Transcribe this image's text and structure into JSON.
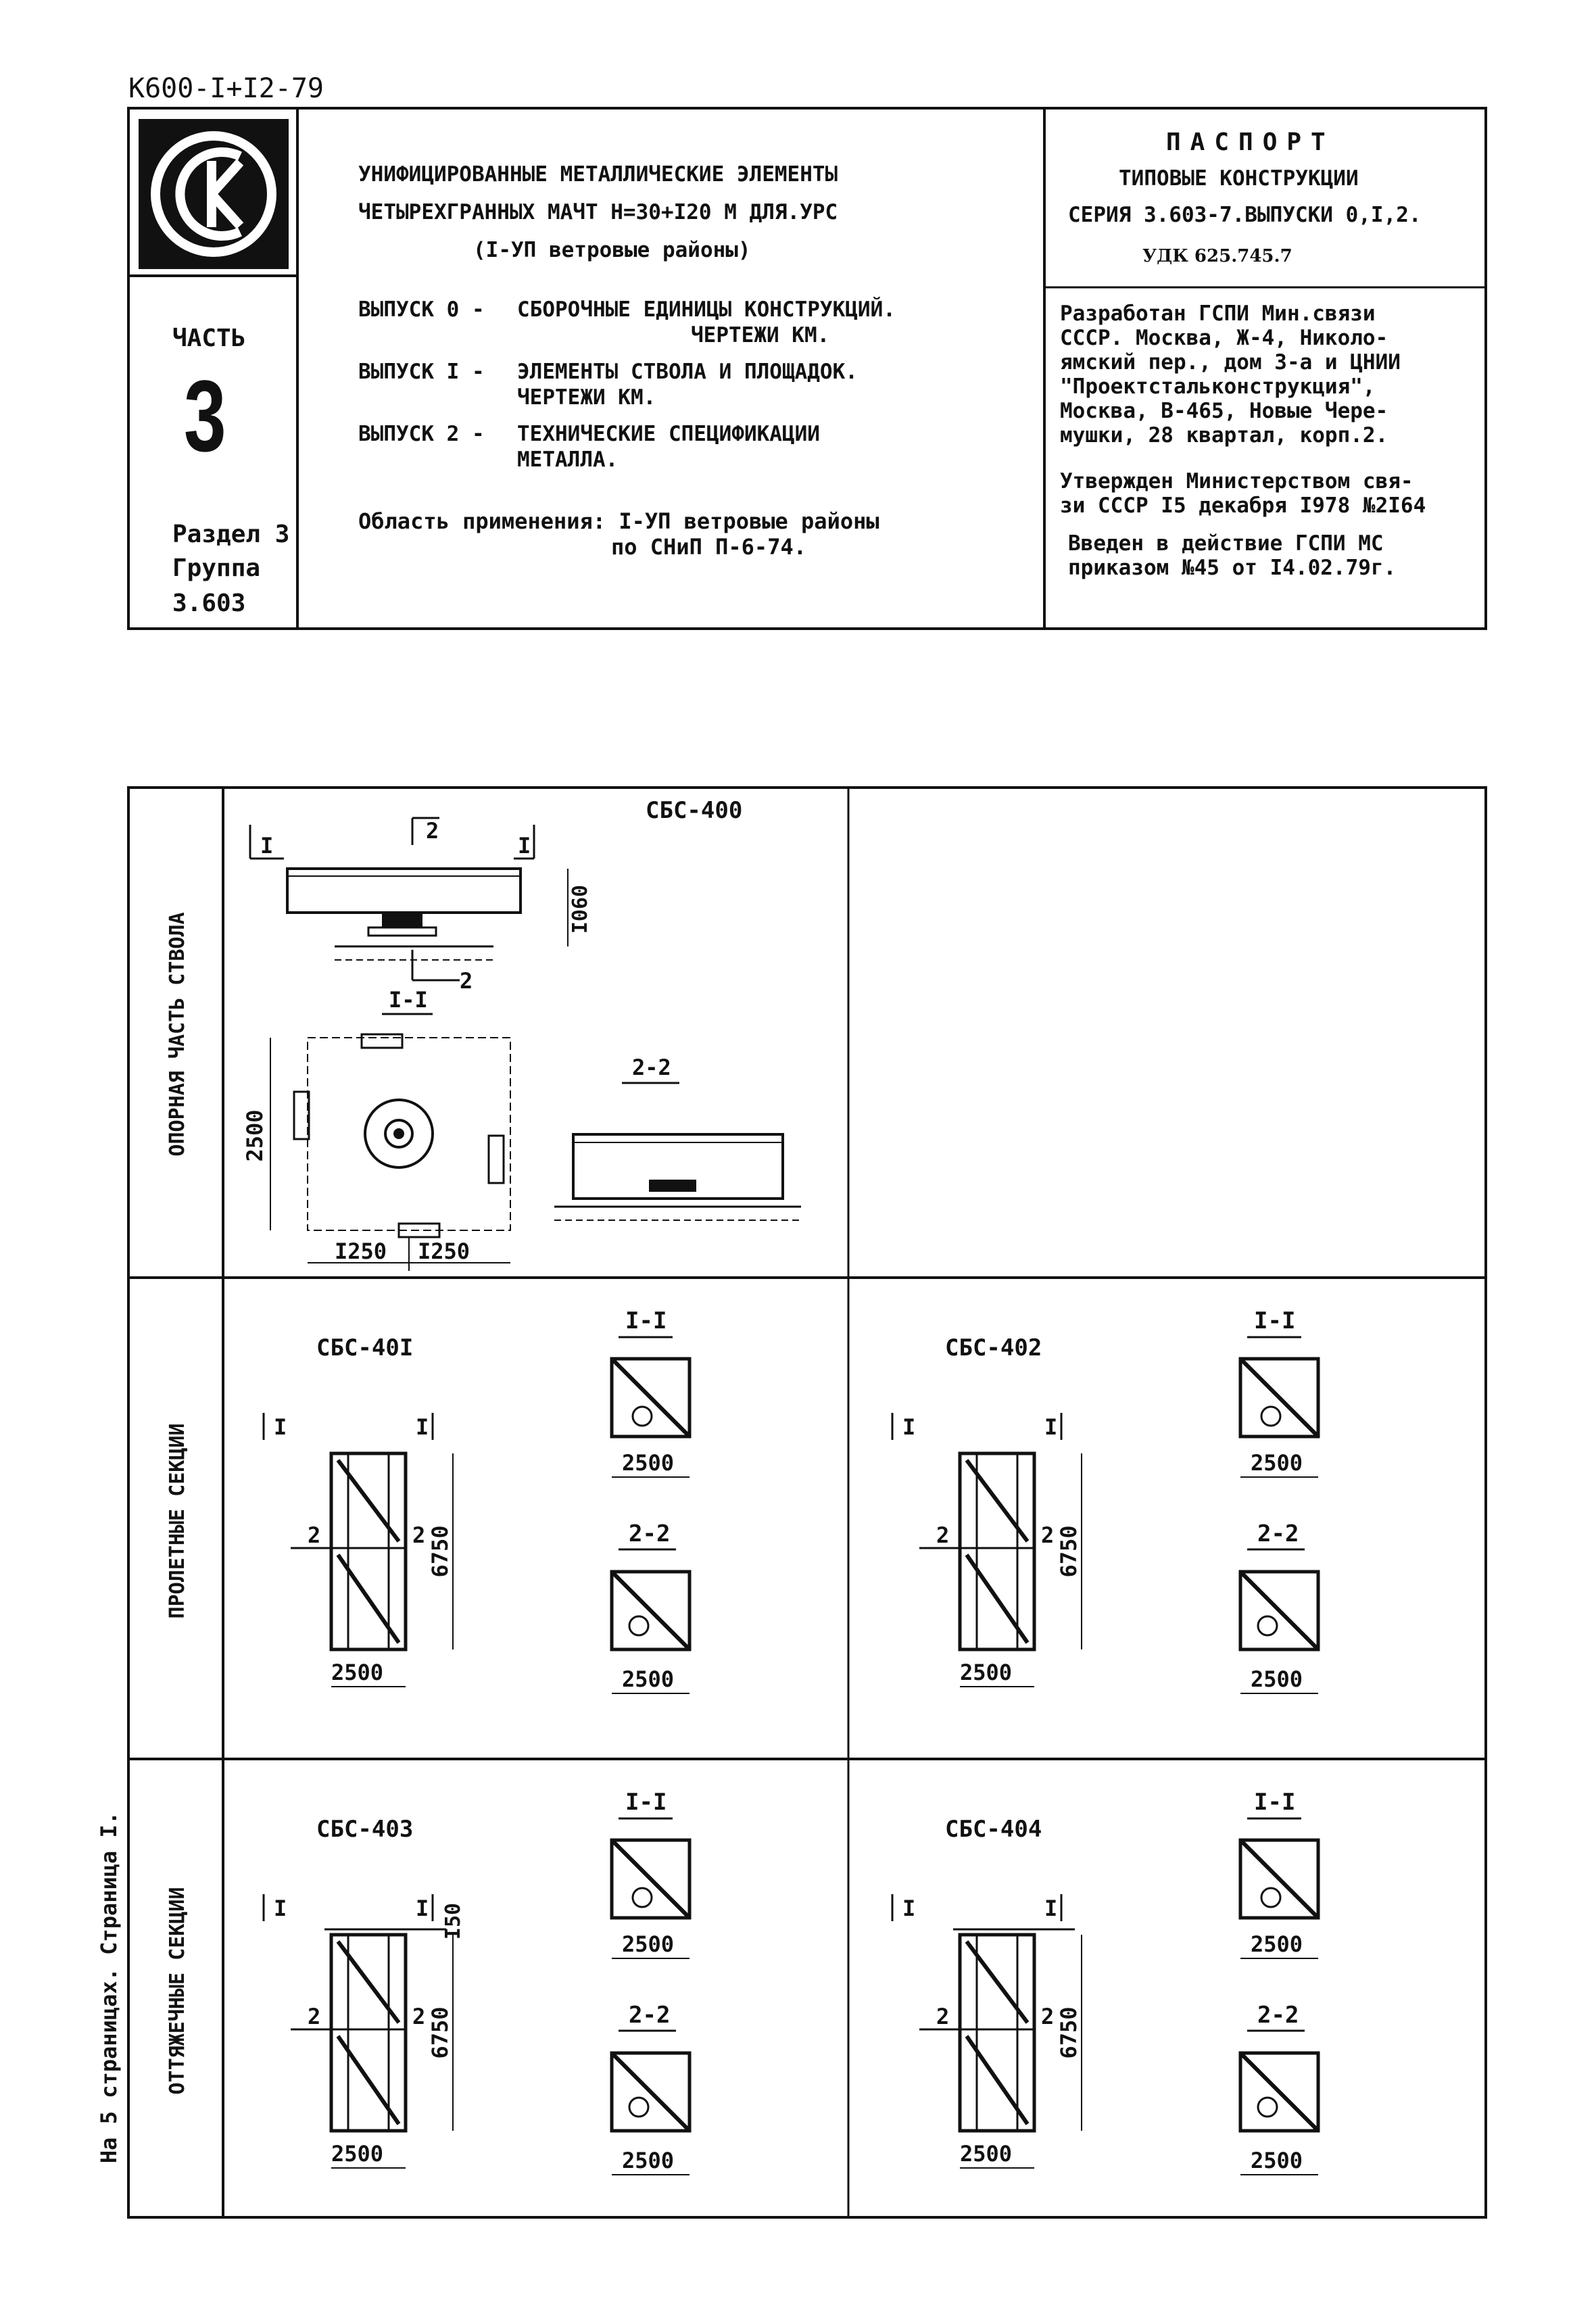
{
  "doc_code": "К600-I+I2-79",
  "header": {
    "logo_text": "СК",
    "title_lines": [
      "УНИФИЦИРОВАННЫЕ МЕТАЛЛИЧЕСКИЕ ЭЛЕМЕНТЫ",
      "ЧЕТЫРЕХГРАННЫХ МАЧТ Н=30+I20 М ДЛЯ.УРС",
      "(I-УП ветровые районы)"
    ],
    "issues": [
      {
        "label": "ВЫПУСК 0 -",
        "text1": "СБОРОЧНЫЕ ЕДИНИЦЫ КОНСТРУКЦИЙ.",
        "text2": "ЧЕРТЕЖИ КМ."
      },
      {
        "label": "ВЫПУСК I -",
        "text1": "ЭЛЕМЕНТЫ СТВОЛА И ПЛОЩАДОК.",
        "text2": "ЧЕРТЕЖИ КМ."
      },
      {
        "label": "ВЫПУСК 2 -",
        "text1": "ТЕХНИЧЕСКИЕ СПЕЦИФИКАЦИИ",
        "text2": "МЕТАЛЛА."
      }
    ],
    "scope_line1": "Область применения: I-УП ветровые районы",
    "scope_line2": "по СНиП П-6-74.",
    "part_label": "ЧАСТЬ",
    "part_number": "3",
    "section_lines": [
      "Раздел 3",
      "Группа",
      "3.603"
    ],
    "passport_title": "ПАСПОРТ",
    "passport_lines": [
      "ТИПОВЫЕ КОНСТРУКЦИИ",
      "СЕРИЯ 3.603-7.ВЫПУСКИ 0,I,2."
    ],
    "udk": "УДК 625.745.7",
    "developer_lines": [
      "Разработан ГСПИ Мин.связи",
      "СССР. Москва, Ж-4, Николо-",
      "ямский пер., дом 3-а и ЦНИИ",
      "\"Проектстальконструкция\",",
      "Москва, В-465, Новые Чере-",
      "мушки, 28 квартал, корп.2."
    ],
    "approved_lines": [
      "Утвержден Министерством свя-",
      "зи СССР I5 декабря I978 №2I64"
    ],
    "enacted_lines": [
      "Введен в действие ГСПИ МС",
      "приказом №45 от I4.02.79г."
    ]
  },
  "side_note": "На 5 страницах. Страница I.",
  "rows": [
    {
      "label": "ОПОРНАЯ ЧАСТЬ СТВОЛА"
    },
    {
      "label": "ПРОЛЕТНЫЕ СЕКЦИИ"
    },
    {
      "label": "ОТТЯЖЕЧНЫЕ СЕКЦИИ"
    }
  ],
  "drawings": {
    "sbs400": {
      "name": "СБС-400",
      "dim_h": "I060",
      "dim_side": "2500",
      "dim_w1": "I250",
      "dim_w2": "I250",
      "sec11": "I-I",
      "sec22": "2-2",
      "mark1": "I",
      "mark2": "2"
    },
    "sbs401": {
      "name": "СБС-40I",
      "height": "6750",
      "width": "2500",
      "sec11": "I-I",
      "sec22": "2-2",
      "plan_dim1": "2500",
      "plan_dim2": "2500",
      "mark1": "I",
      "mark2": "2"
    },
    "sbs402": {
      "name": "СБС-402",
      "height": "6750",
      "width": "2500",
      "sec11": "I-I",
      "sec22": "2-2",
      "plan_dim1": "2500",
      "plan_dim2": "2500",
      "mark1": "I",
      "mark2": "2"
    },
    "sbs403": {
      "name": "СБС-403",
      "height": "6750",
      "top": "I50",
      "width": "2500",
      "sec11": "I-I",
      "sec22": "2-2",
      "plan_dim1": "2500",
      "plan_dim2": "2500",
      "mark1": "I",
      "mark2": "2"
    },
    "sbs404": {
      "name": "СБС-404",
      "height": "6750",
      "width": "2500",
      "sec11": "I-I",
      "sec22": "2-2",
      "plan_dim1": "2500",
      "plan_dim2": "2500",
      "mark1": "I",
      "mark2": "2"
    }
  }
}
